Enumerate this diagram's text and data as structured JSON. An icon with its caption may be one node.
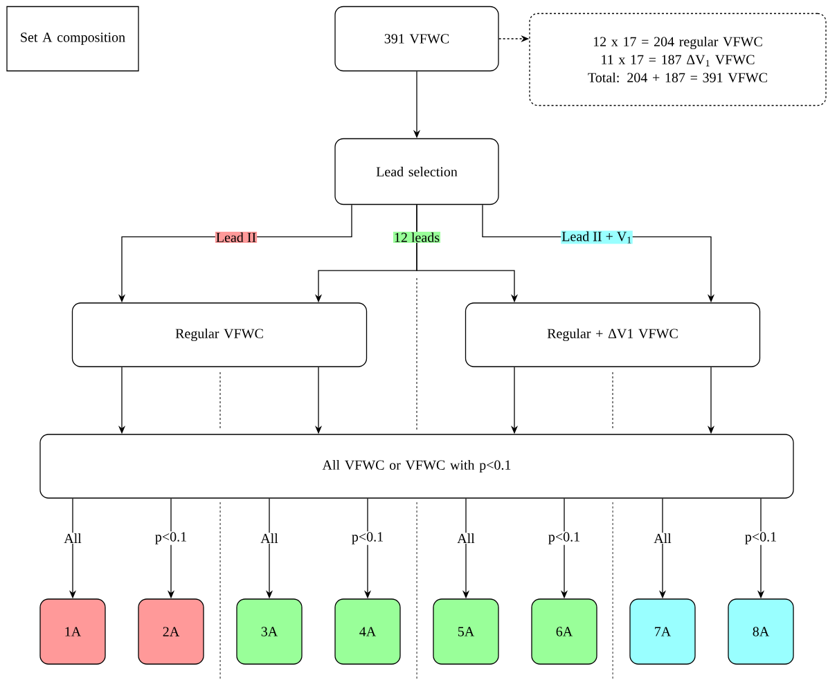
{
  "diagram": {
    "nodes": [
      {
        "text": [
          "Set A composition"
        ]
      },
      {
        "text": [
          "391 VFWC"
        ]
      },
      {
        "text": [
          "12 x 17 = 204 regular VFWC",
          "11 x 17 = 187 ΔV$_{1}$ VFWC",
          "Total: 204 + 187 = 391 VFWC"
        ]
      },
      {
        "text": [
          "Lead selection"
        ]
      },
      {
        "text": [
          "Regular VFWC"
        ]
      },
      {
        "text": [
          "Regular + ΔV1 VFWC"
        ]
      },
      {
        "text": [
          "All VFWC or VFWC with p<0.1"
        ]
      },
      {
        "text": [
          "1A"
        ]
      },
      {
        "text": [
          "2A"
        ]
      },
      {
        "text": [
          "3A"
        ]
      },
      {
        "text": [
          "4A"
        ]
      },
      {
        "text": [
          "5A"
        ]
      },
      {
        "text": [
          "6A"
        ]
      },
      {
        "text": [
          "7A"
        ]
      },
      {
        "text": [
          "8A"
        ]
      }
    ],
    "edges": [
      {
        "from": 1,
        "to": 2,
        "arrow": "to",
        "style": "dashed"
      },
      {
        "from": 1,
        "to": 3,
        "arrow": "to"
      },
      {
        "from": 3,
        "to": 4,
        "arrow": "to",
        "label": "Lead II"
      },
      {
        "from": 3,
        "to": 4,
        "arrow": "to",
        "label": "12 leads"
      },
      {
        "from": 3,
        "to": 5,
        "arrow": "to"
      },
      {
        "from": 3,
        "to": 5,
        "arrow": "to",
        "label": "Lead II + V$_{1}$"
      },
      {
        "from": 4,
        "to": 6,
        "arrow": "to"
      },
      {
        "from": 4,
        "to": 6,
        "arrow": "to"
      },
      {
        "from": 5,
        "to": 6,
        "arrow": "to"
      },
      {
        "from": 5,
        "to": 6,
        "arrow": "to"
      },
      {
        "from": 6,
        "to": 7,
        "arrow": "to",
        "label": "All"
      },
      {
        "from": 6,
        "to": 8,
        "arrow": "to",
        "label": "p<0.1"
      },
      {
        "from": 6,
        "to": 9,
        "arrow": "to",
        "label": "All"
      },
      {
        "from": 6,
        "to": 10,
        "arrow": "to",
        "label": "p<0.1"
      },
      {
        "from": 6,
        "to": 11,
        "arrow": "to",
        "label": "All"
      },
      {
        "from": 6,
        "to": 12,
        "arrow": "to",
        "label": "p<0.1"
      },
      {
        "from": 6,
        "to": 13,
        "arrow": "to",
        "label": "All"
      },
      {
        "from": 6,
        "to": 14,
        "arrow": "to",
        "label": "p<0.1"
      }
    ]
  }
}
